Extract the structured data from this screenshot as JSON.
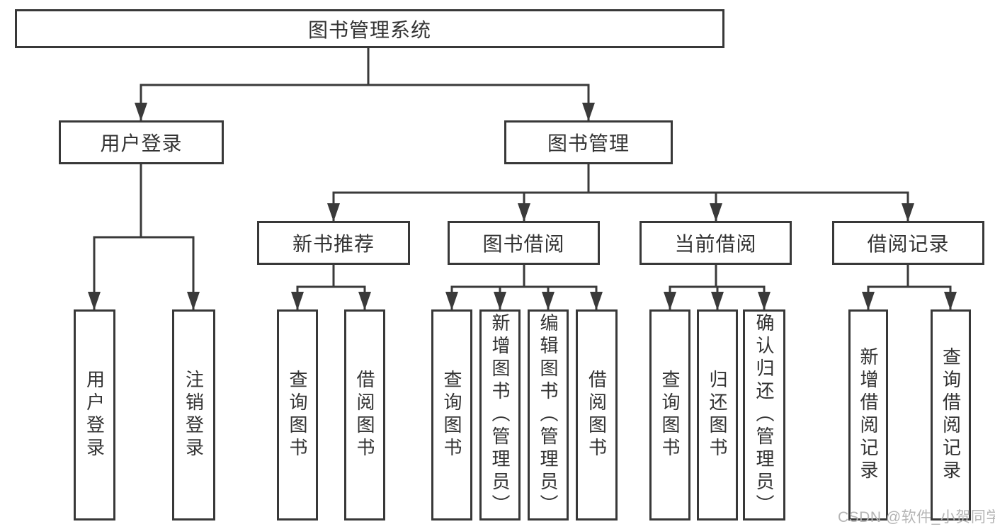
{
  "diagram": {
    "root": {
      "label": "图书管理系统"
    },
    "level2": [
      {
        "label": "用户登录"
      },
      {
        "label": "图书管理"
      }
    ],
    "level3": [
      {
        "label": "新书推荐"
      },
      {
        "label": "图书借阅"
      },
      {
        "label": "当前借阅"
      },
      {
        "label": "借阅记录"
      }
    ],
    "leaves": {
      "user_login": [
        {
          "label": "用户登录"
        },
        {
          "label": "注销登录"
        }
      ],
      "new_book_recommend": [
        {
          "label": "查询图书"
        },
        {
          "label": "借阅图书"
        }
      ],
      "book_borrow": [
        {
          "label": "查询图书"
        },
        {
          "label": "新增图书（管理员）"
        },
        {
          "label": "编辑图书（管理员）"
        },
        {
          "label": "借阅图书"
        }
      ],
      "current_borrow": [
        {
          "label": "查询图书"
        },
        {
          "label": "归还图书"
        },
        {
          "label": "确认归还（管理员）"
        }
      ],
      "borrow_records": [
        {
          "label": "新增借阅记录"
        },
        {
          "label": "查询借阅记录"
        }
      ]
    }
  },
  "watermark": {
    "text": "CSDN @软件_小贺同学"
  },
  "colors": {
    "line": "#3a3a3a",
    "box_border": "#383838",
    "text": "#333333",
    "watermark": "#b5b5b5",
    "background": "#ffffff"
  }
}
